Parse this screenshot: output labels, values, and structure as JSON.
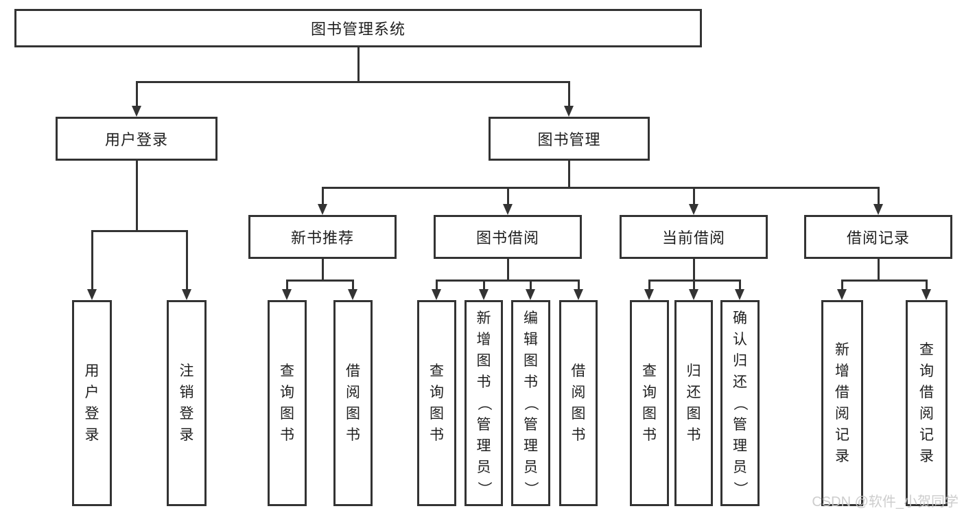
{
  "diagram_title": "图书管理系统",
  "colors": {
    "background": "#ffffff",
    "line": "#333333",
    "box_border": "#333333",
    "text": "#1f1f1f",
    "watermark": "#c9c9c9"
  },
  "nodes": {
    "root": "图书管理系统",
    "user_login": "用户登录",
    "book_mgmt": "图书管理",
    "new_book": "新书推荐",
    "book_borrow": "图书借阅",
    "current_borrow": "当前借阅",
    "borrow_record": "借阅记录"
  },
  "leaves": [
    "用户登录",
    "注销登录",
    "查询图书",
    "借阅图书",
    "查询图书",
    "新增图书（管理员）",
    "编辑图书（管理员）",
    "借阅图书",
    "查询图书",
    "归还图书",
    "确认归还（管理员）",
    "新增借阅记录",
    "查询借阅记录"
  ],
  "watermark": "CSDN @软件_小贺同学"
}
